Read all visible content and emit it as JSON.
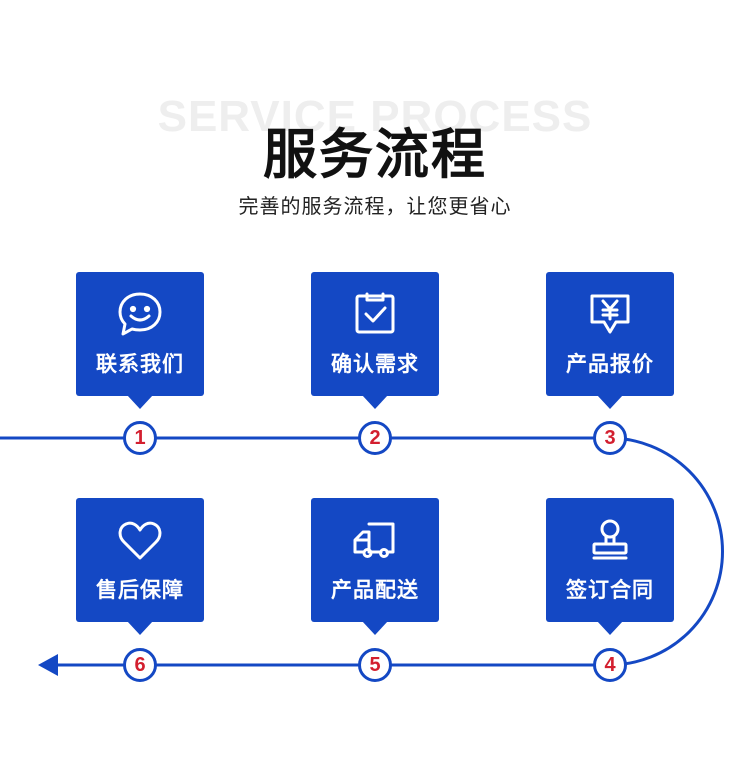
{
  "header": {
    "bg_text": "SERVICE PROCESS",
    "title": "服务流程",
    "subtitle": "完善的服务流程，让您更省心"
  },
  "steps": [
    {
      "number": "1",
      "label": "联系我们",
      "icon": "smiley-icon"
    },
    {
      "number": "2",
      "label": "确认需求",
      "icon": "clipboard-check-icon"
    },
    {
      "number": "3",
      "label": "产品报价",
      "icon": "yen-document-icon"
    },
    {
      "number": "4",
      "label": "签订合同",
      "icon": "stamp-icon"
    },
    {
      "number": "5",
      "label": "产品配送",
      "icon": "delivery-truck-icon"
    },
    {
      "number": "6",
      "label": "售后保障",
      "icon": "heart-icon"
    }
  ],
  "colors": {
    "primary_blue": "#1448c4",
    "number_red": "#d31f2f",
    "title_black": "#111111",
    "watermark_grey": "#eeeeee"
  }
}
